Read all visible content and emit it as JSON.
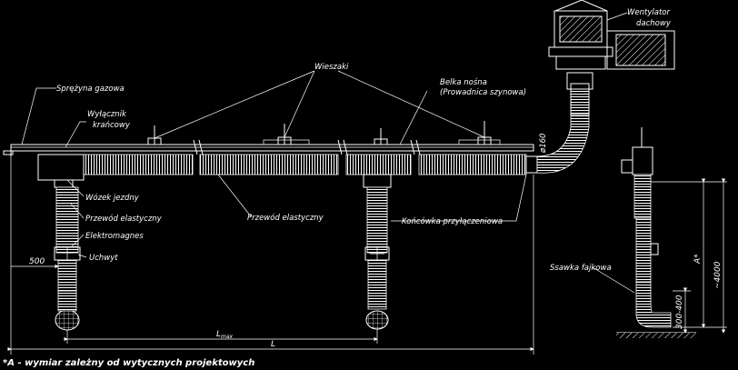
{
  "labels": {
    "sprezyna": "Sprężyna gazowa",
    "wylacznik_1": "Wyłącznik",
    "wylacznik_2": "krańcowy",
    "wieszaki": "Wieszaki",
    "belka_1": "Belka nośna",
    "belka_2": "(Prowadnica szynowa)",
    "wentylator_1": "Wentylator",
    "wentylator_2": "dachowy",
    "wozek": "Wózek jezdny",
    "przewod_elastyczny_1": "Przewód elastyczny",
    "elektromagnes": "Elektromagnes",
    "uchwyt": "Uchwyt",
    "przewod_elastyczny_2": "Przewód elastyczny",
    "koncowka": "Końcówka przyłączeniowa",
    "ssawka": "Ssawka fajkowa",
    "diameter": "ø160"
  },
  "dimensions": {
    "d500": "500",
    "lmax": "L",
    "lmax_sub": "max",
    "l": "L",
    "a_star": "A*",
    "h4000": "~4000",
    "h300_400": "300-400"
  },
  "footnote": "*A - wymiar zależny od wytycznych projektowych",
  "colors": {
    "background": "#000000",
    "line": "#ffffff"
  }
}
